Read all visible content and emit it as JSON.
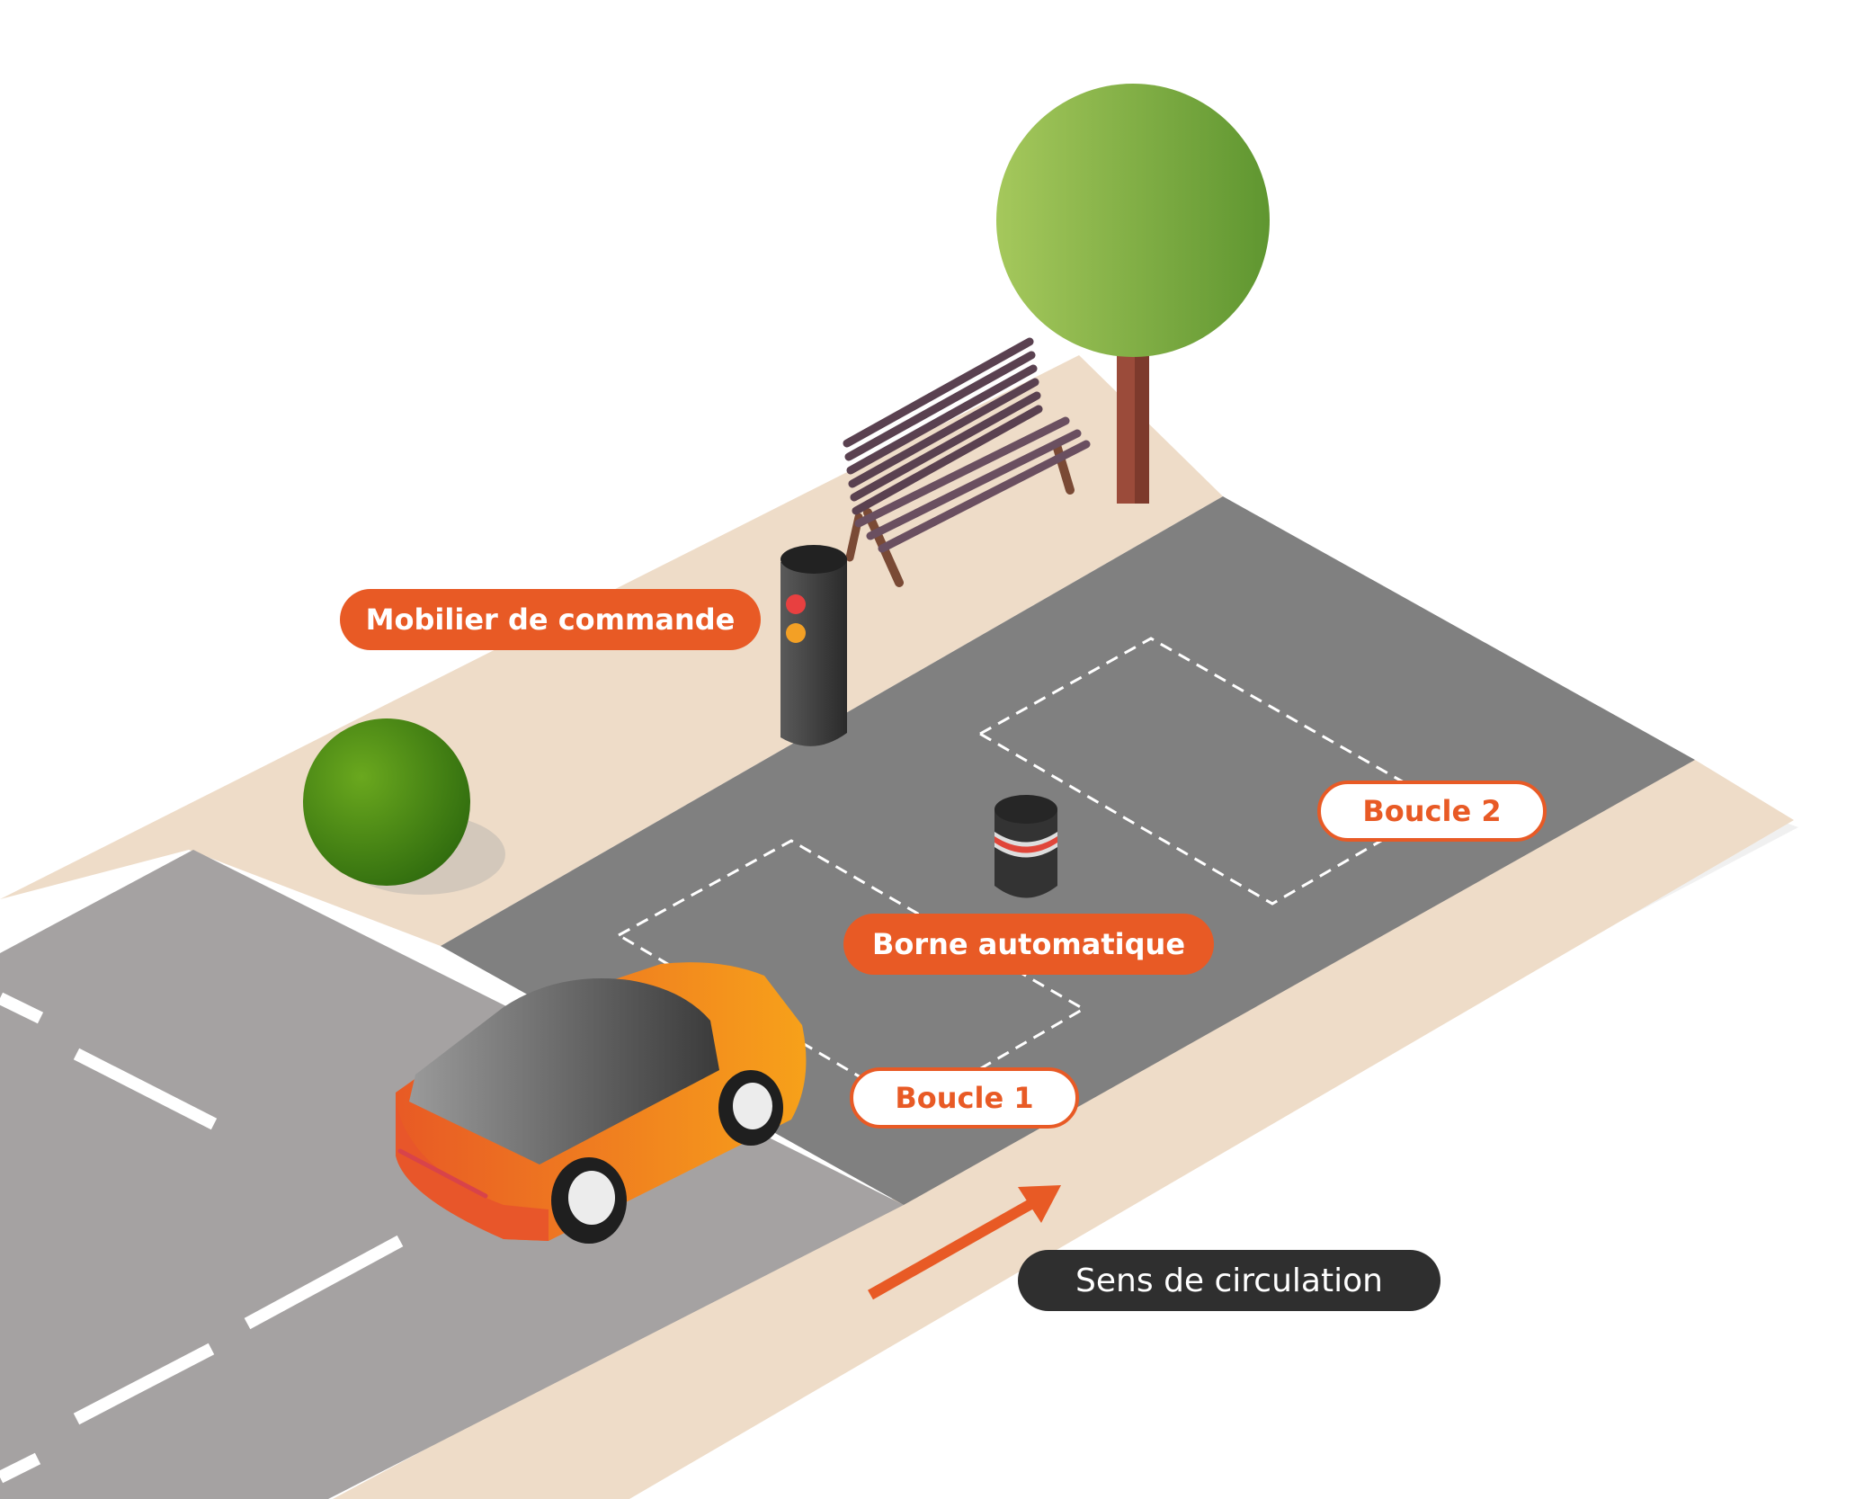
{
  "labels": {
    "control_unit": "Mobilier de commande",
    "bollard": "Borne automatique",
    "loop_1": "Boucle 1",
    "loop_2": "Boucle 2",
    "traffic_direction": "Sens de circulation"
  },
  "colors": {
    "accent": "#E85A25",
    "road": "#808080",
    "sidewalk": "#EEDCC8",
    "dark_badge": "#2f2f2f"
  },
  "icons": [
    "tree-icon",
    "bush-icon",
    "bench-icon",
    "control-terminal-icon",
    "bollard-icon",
    "car-icon",
    "direction-arrow-icon"
  ]
}
